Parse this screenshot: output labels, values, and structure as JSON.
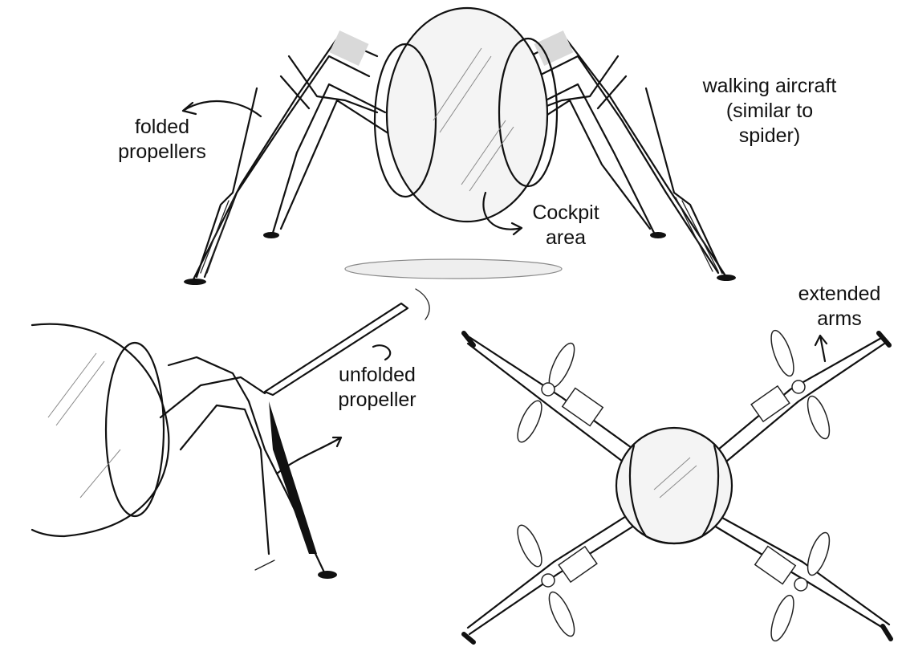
{
  "labels": {
    "folded": [
      "folded",
      "propellers"
    ],
    "walking": [
      "walking aircraft",
      "(similar to",
      "spider)"
    ],
    "cockpit": [
      "Cockpit",
      "area"
    ],
    "unfolded": [
      "unfolded",
      "propeller"
    ],
    "extended": [
      "extended",
      "arms"
    ]
  },
  "colors": {
    "ink": "#111111",
    "shading": "#d9d9d9",
    "background": "#ffffff"
  }
}
